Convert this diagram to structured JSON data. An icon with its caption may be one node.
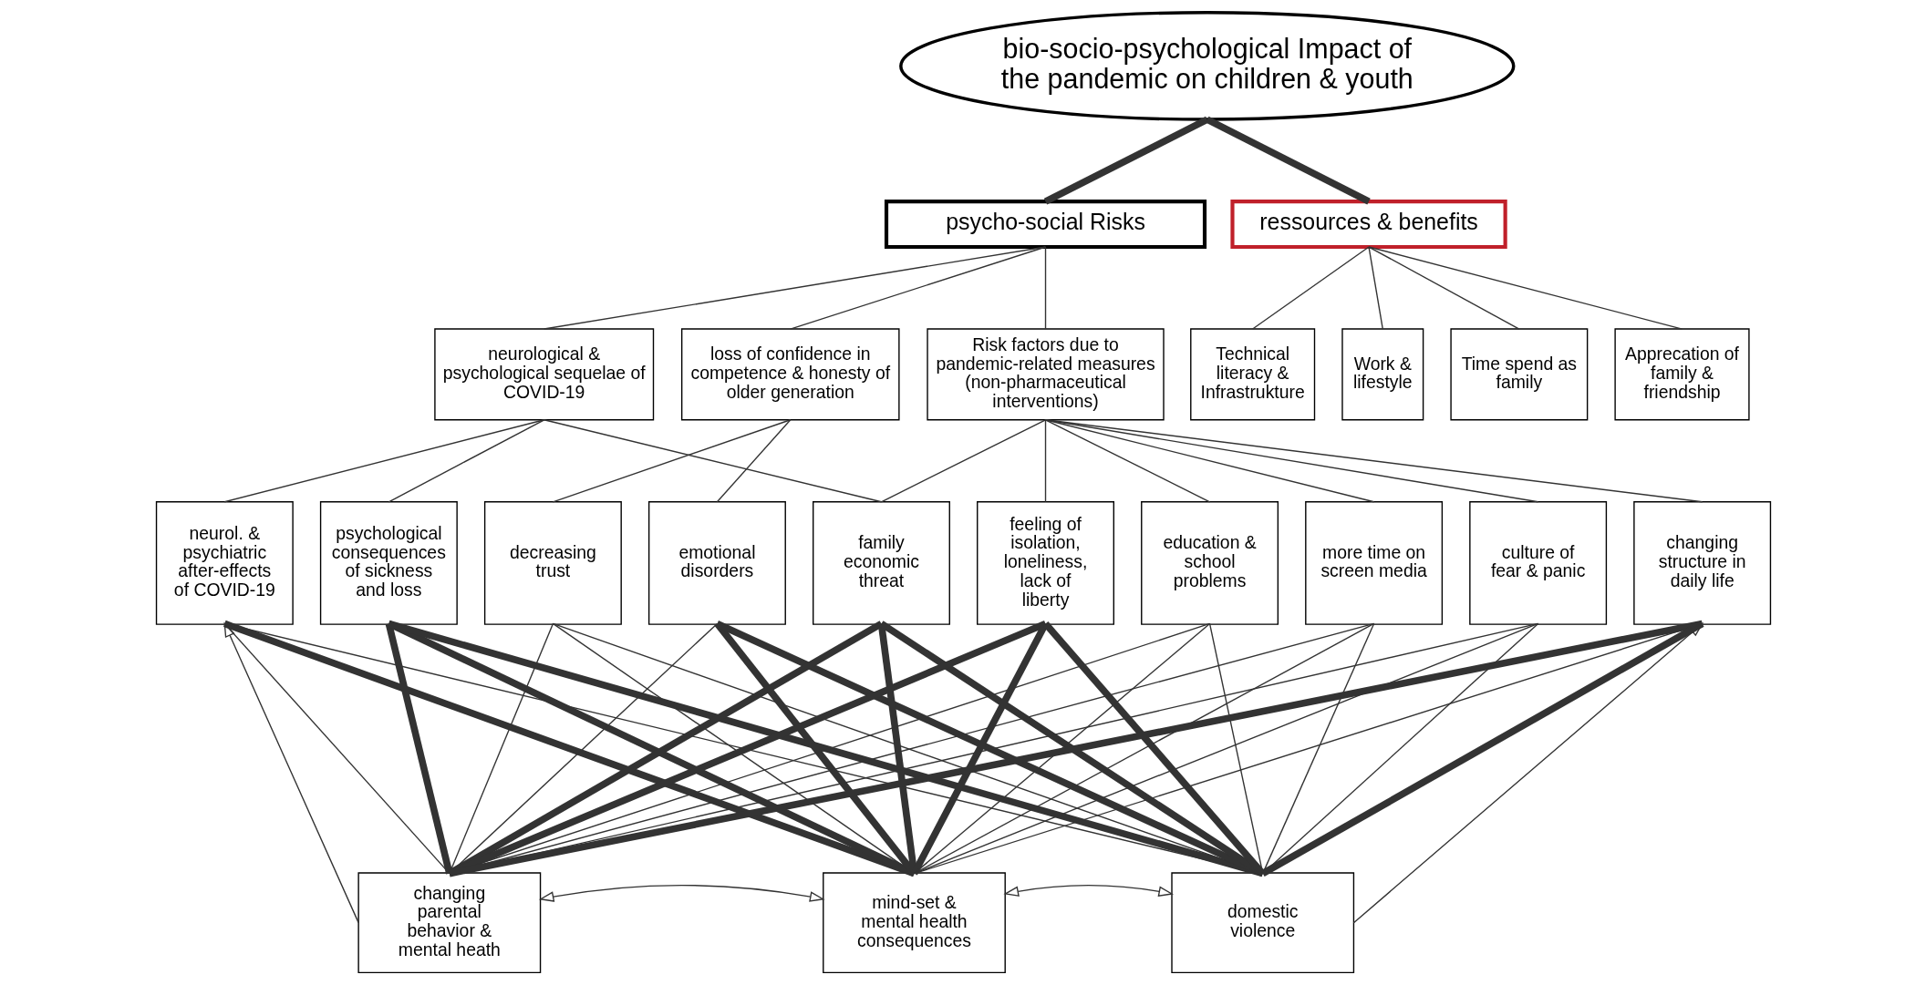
{
  "diagram": {
    "nodes": [
      {
        "text": [
          "bio-socio-psychological Impact of the pandemic on children & youth"
        ]
      },
      {
        "text": [
          "psycho-social Risks"
        ]
      },
      {
        "text": [
          "ressources & benefits"
        ]
      },
      {
        "text": [
          "neurological & psychological sequelae of COVID-19"
        ]
      },
      {
        "text": [
          "loss of confidence in competence & honesty of older generation"
        ]
      },
      {
        "text": [
          "Risk factors due to pandemic-related measures (non-pharmaceutical interventions)"
        ]
      },
      {
        "text": [
          "Technical literacy & Infrastrukture"
        ]
      },
      {
        "text": [
          "Work & lifestyle"
        ]
      },
      {
        "text": [
          "Time spend as family"
        ]
      },
      {
        "text": [
          "Apprecation of family & friendship"
        ]
      },
      {
        "text": [
          "neurol. & psychiatric after-effects of COVID-19"
        ]
      },
      {
        "text": [
          "psychological consequences of sickness and loss"
        ]
      },
      {
        "text": [
          "decreasing trust"
        ]
      },
      {
        "text": [
          "emotional disorders"
        ]
      },
      {
        "text": [
          "family economic threat"
        ]
      },
      {
        "text": [
          "feeling of isolation, loneliness, lack of liberty"
        ]
      },
      {
        "text": [
          "education & school problems"
        ]
      },
      {
        "text": [
          "more time on screen media"
        ]
      },
      {
        "text": [
          "culture of fear & panic"
        ]
      },
      {
        "text": [
          "changing structure in daily life"
        ]
      },
      {
        "text": [
          "changing parental behavior & mental heath"
        ]
      },
      {
        "text": [
          "mind-set & mental health consequences"
        ]
      },
      {
        "text": [
          "domestic violence"
        ]
      }
    ],
    "edges": [
      {
        "from": 0,
        "to": 1,
        "arrow": "none",
        "style": "thick"
      },
      {
        "from": 0,
        "to": 2,
        "arrow": "none",
        "style": "thick"
      },
      {
        "from": 1,
        "to": 3,
        "arrow": "none"
      },
      {
        "from": 1,
        "to": 4,
        "arrow": "none"
      },
      {
        "from": 1,
        "to": 5,
        "arrow": "none"
      },
      {
        "from": 2,
        "to": 6,
        "arrow": "none"
      },
      {
        "from": 2,
        "to": 7,
        "arrow": "none"
      },
      {
        "from": 2,
        "to": 8,
        "arrow": "none"
      },
      {
        "from": 2,
        "to": 9,
        "arrow": "none"
      },
      {
        "from": 3,
        "to": 10,
        "arrow": "none"
      },
      {
        "from": 3,
        "to": 11,
        "arrow": "none"
      },
      {
        "from": 3,
        "to": 14,
        "arrow": "none"
      },
      {
        "from": 4,
        "to": 12,
        "arrow": "none"
      },
      {
        "from": 4,
        "to": 13,
        "arrow": "none"
      },
      {
        "from": 5,
        "to": 14,
        "arrow": "none"
      },
      {
        "from": 5,
        "to": 15,
        "arrow": "none"
      },
      {
        "from": 5,
        "to": 16,
        "arrow": "none"
      },
      {
        "from": 5,
        "to": 17,
        "arrow": "none"
      },
      {
        "from": 5,
        "to": 18,
        "arrow": "none"
      },
      {
        "from": 5,
        "to": 19,
        "arrow": "none"
      },
      {
        "from": 10,
        "to": 20,
        "arrow": "none"
      },
      {
        "from": 10,
        "to": 21,
        "arrow": "none",
        "style": "thick"
      },
      {
        "from": 10,
        "to": 22,
        "arrow": "none"
      },
      {
        "from": 11,
        "to": 20,
        "arrow": "none",
        "style": "thick"
      },
      {
        "from": 11,
        "to": 21,
        "arrow": "none",
        "style": "thick"
      },
      {
        "from": 11,
        "to": 22,
        "arrow": "none",
        "style": "thick"
      },
      {
        "from": 12,
        "to": 20,
        "arrow": "none"
      },
      {
        "from": 12,
        "to": 21,
        "arrow": "none"
      },
      {
        "from": 12,
        "to": 22,
        "arrow": "none"
      },
      {
        "from": 13,
        "to": 20,
        "arrow": "none"
      },
      {
        "from": 13,
        "to": 21,
        "arrow": "none",
        "style": "thick"
      },
      {
        "from": 13,
        "to": 22,
        "arrow": "none",
        "style": "thick"
      },
      {
        "from": 14,
        "to": 20,
        "arrow": "none",
        "style": "thick"
      },
      {
        "from": 14,
        "to": 21,
        "arrow": "none",
        "style": "thick"
      },
      {
        "from": 14,
        "to": 22,
        "arrow": "none",
        "style": "thick"
      },
      {
        "from": 15,
        "to": 20,
        "arrow": "none",
        "style": "thick"
      },
      {
        "from": 15,
        "to": 21,
        "arrow": "none",
        "style": "thick"
      },
      {
        "from": 15,
        "to": 22,
        "arrow": "none",
        "style": "thick"
      },
      {
        "from": 16,
        "to": 20,
        "arrow": "none"
      },
      {
        "from": 16,
        "to": 21,
        "arrow": "none"
      },
      {
        "from": 16,
        "to": 22,
        "arrow": "none"
      },
      {
        "from": 17,
        "to": 20,
        "arrow": "none"
      },
      {
        "from": 17,
        "to": 21,
        "arrow": "none"
      },
      {
        "from": 17,
        "to": 22,
        "arrow": "none"
      },
      {
        "from": 18,
        "to": 20,
        "arrow": "none"
      },
      {
        "from": 18,
        "to": 21,
        "arrow": "none"
      },
      {
        "from": 18,
        "to": 22,
        "arrow": "none"
      },
      {
        "from": 19,
        "to": 20,
        "arrow": "none",
        "style": "thick"
      },
      {
        "from": 19,
        "to": 21,
        "arrow": "none"
      },
      {
        "from": 19,
        "to": 22,
        "arrow": "none",
        "style": "thick"
      },
      {
        "from": 20,
        "to": 21,
        "arrow": "both"
      },
      {
        "from": 21,
        "to": 22,
        "arrow": "both"
      },
      {
        "from": 20,
        "to": 10,
        "arrow": "to"
      },
      {
        "from": 22,
        "to": 19,
        "arrow": "to"
      }
    ]
  }
}
